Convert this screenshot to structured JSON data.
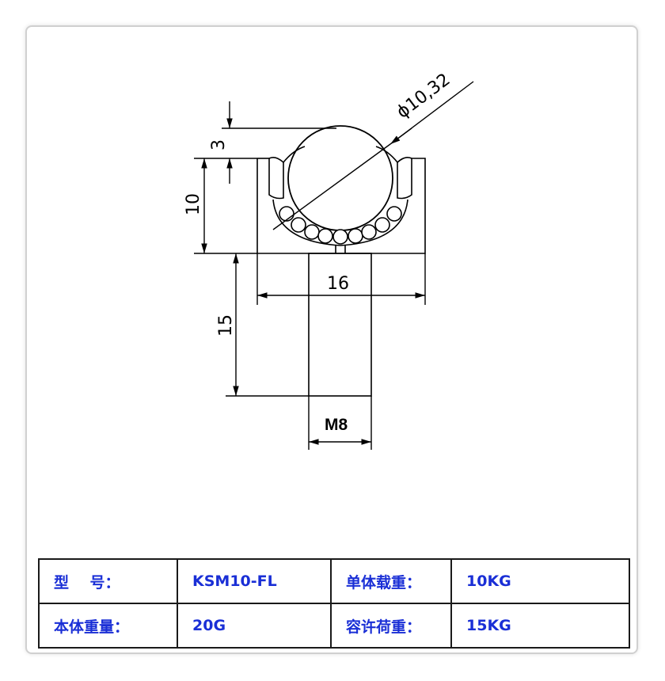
{
  "drawing": {
    "dimensions": {
      "ball_diameter": "ϕ10,32",
      "top_offset": "3",
      "body_height": "10",
      "body_width": "16",
      "stud_length": "15",
      "thread": "M8"
    }
  },
  "spec_table": {
    "rows": [
      {
        "label1": "型    号：",
        "value1": "KSM10-FL",
        "label2": "单体载重：",
        "value2": "10KG"
      },
      {
        "label1": "本体重量：",
        "value1": "20G",
        "label2": "容许荷重：",
        "value2": "15KG"
      }
    ]
  },
  "colors": {
    "table_text": "#1a2fd6",
    "line": "#000000",
    "card_border": "#d0d0d0"
  }
}
